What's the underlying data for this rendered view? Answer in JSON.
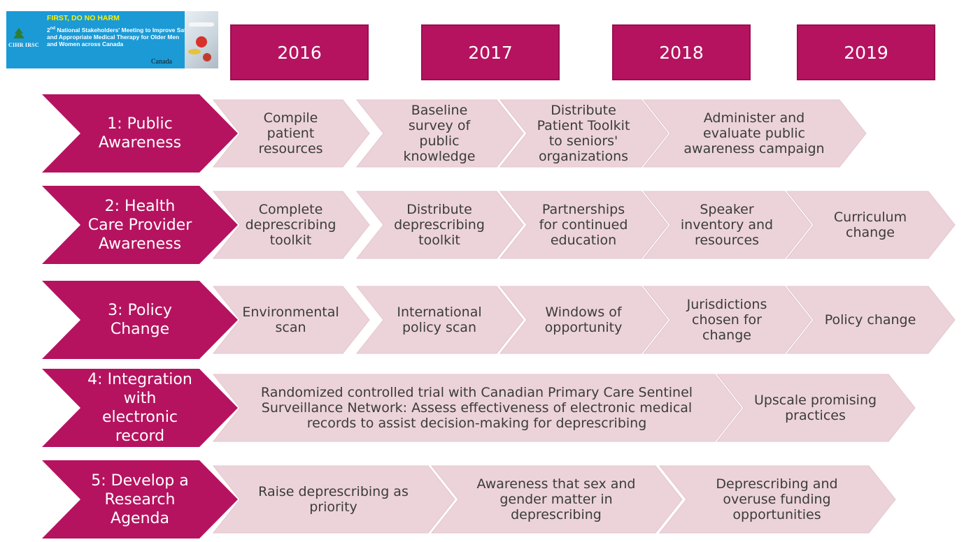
{
  "banner": {
    "title": "FIRST, DO NO HARM",
    "subtitle_sup": "nd",
    "subtitle_num": "2",
    "subtitle": "National Stakeholders' Meeting to Improve Safe and Appropriate Medical Therapy for Older Men and Women across Canada",
    "org_logo": "CIHR IRSC",
    "country": "Canada"
  },
  "years": [
    "2016",
    "2017",
    "2018",
    "2019"
  ],
  "colors": {
    "accent": "#b5135f",
    "chevron": "#ecd3da",
    "text": "#3b3b3b"
  },
  "rows": [
    {
      "header": [
        "1: Public",
        "Awareness"
      ],
      "steps": [
        [
          "Compile",
          "patient",
          "resources"
        ],
        [
          "Baseline",
          "survey of",
          "public",
          "knowledge"
        ],
        [
          "Distribute",
          "Patient Toolkit",
          "to seniors'",
          "organizations"
        ],
        [
          "Administer and",
          "evaluate public",
          "awareness campaign"
        ]
      ]
    },
    {
      "header": [
        "2: Health",
        "Care Provider",
        "Awareness"
      ],
      "steps": [
        [
          "Complete",
          "deprescribing",
          "toolkit"
        ],
        [
          "Distribute",
          "deprescribing",
          "toolkit"
        ],
        [
          "Partnerships",
          "for continued",
          "education"
        ],
        [
          "Speaker",
          "inventory and",
          "resources"
        ],
        [
          "Curriculum",
          "change"
        ]
      ]
    },
    {
      "header": [
        "3: Policy",
        "Change"
      ],
      "steps": [
        [
          "Environmental",
          "scan"
        ],
        [
          "International",
          "policy scan"
        ],
        [
          "Windows of",
          "opportunity"
        ],
        [
          "Jurisdictions",
          "chosen for",
          "change"
        ],
        [
          "Policy change"
        ]
      ]
    },
    {
      "header": [
        "4: Integration",
        "with",
        "electronic",
        "record"
      ],
      "steps": [
        [
          "Randomized controlled trial with Canadian Primary Care Sentinel",
          "Surveillance Network: Assess effectiveness of electronic medical",
          "records to assist decision-making for deprescribing"
        ],
        [
          "Upscale promising",
          "practices"
        ]
      ]
    },
    {
      "header": [
        "5: Develop a",
        "Research",
        "Agenda"
      ],
      "steps": [
        [
          "Raise deprescribing as",
          "priority"
        ],
        [
          "Awareness that sex and",
          "gender matter in",
          "deprescribing"
        ],
        [
          "Deprescribing and",
          "overuse funding",
          "opportunities"
        ]
      ]
    }
  ]
}
